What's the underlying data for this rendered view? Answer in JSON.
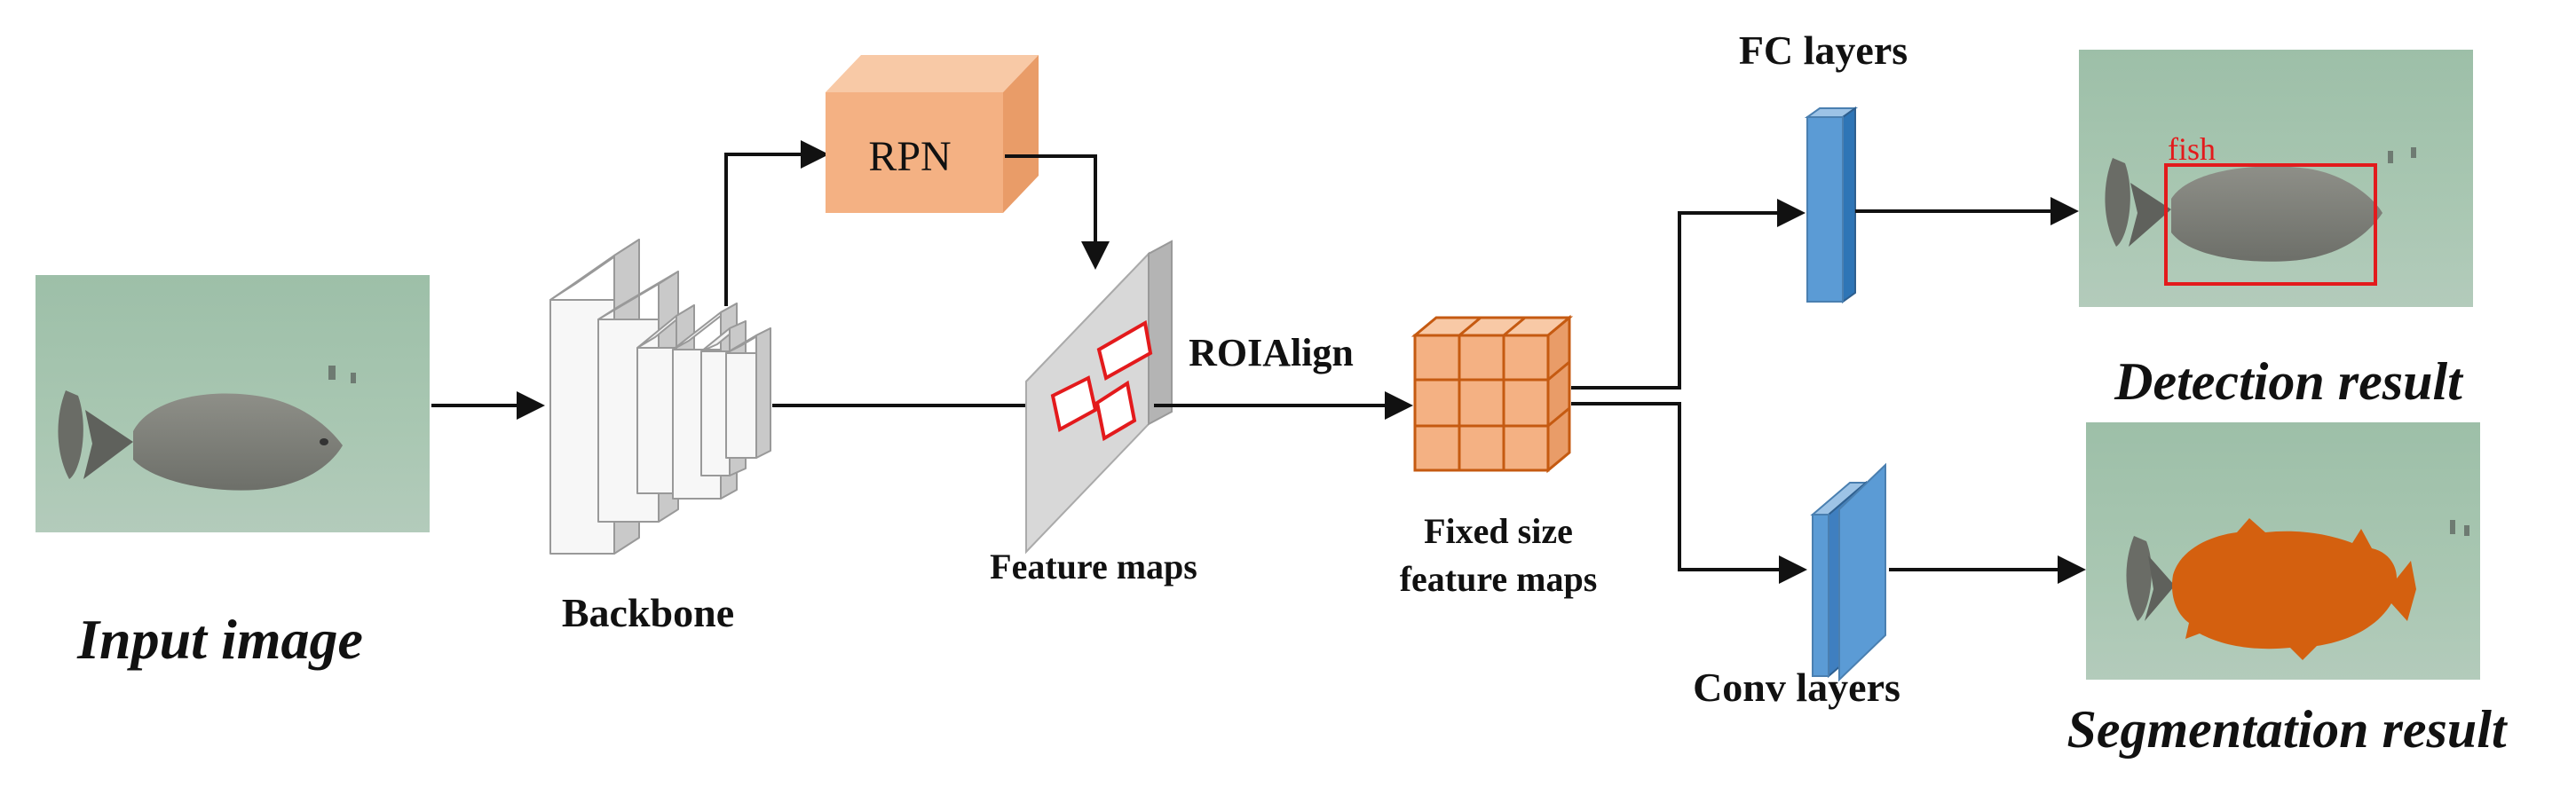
{
  "labels": {
    "input_image": "Input image",
    "backbone": "Backbone",
    "rpn": "RPN",
    "feature_maps": "Feature maps",
    "roialign": "ROIAlign",
    "fixed_size_line1": "Fixed size",
    "fixed_size_line2": "feature maps",
    "fc_layers": "FC layers",
    "conv_layers": "Conv layers",
    "detection_result": "Detection result",
    "segmentation_result": "Segmentation result",
    "fish_label": "fish"
  },
  "colors": {
    "rpn_fill": "#f4b183",
    "grid_fill": "#f4b183",
    "grid_line": "#c55a11",
    "fc_fill": "#5b9bd5",
    "box_red": "#e31a1c",
    "mask_orange": "#d4600f",
    "water": "#a3c2ad"
  },
  "icons": {
    "input_photo": "fish-photo",
    "detection_photo": "fish-photo-with-bbox",
    "segmentation_photo": "fish-photo-with-mask"
  }
}
